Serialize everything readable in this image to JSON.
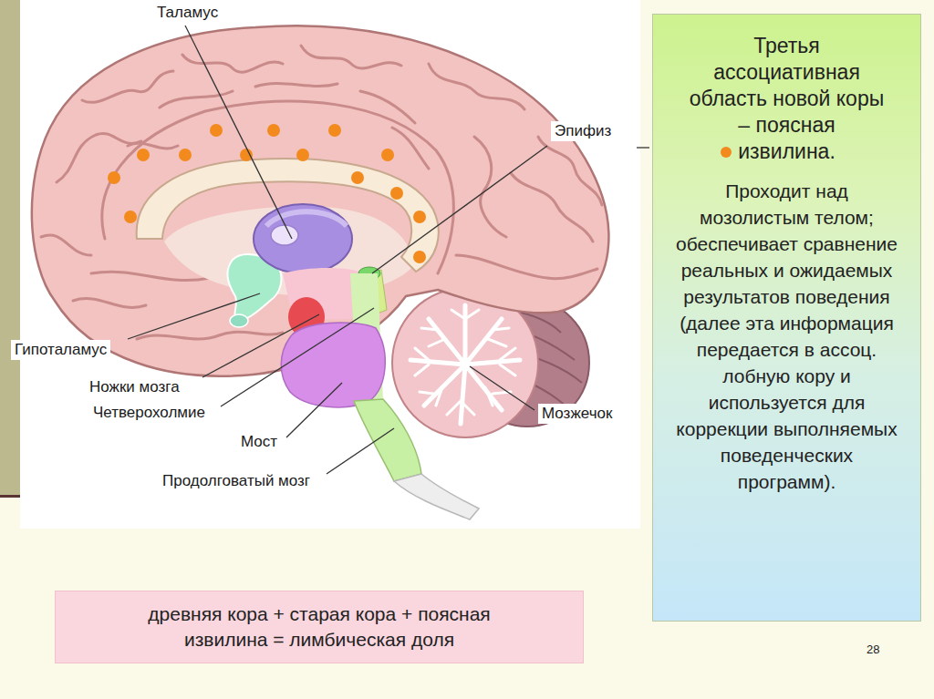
{
  "diagram": {
    "nodes": [
      {
        "text": [
          "Третья ассоциативная область новой коры – поясная извилина.",
          "Проходит над мозолистым телом; обеспечивает сравнение реальных и ожидаемых результатов поведения (далее эта информация передается в ассоц. лобную кору и используется для коррекции выполняемых поведенческих программ)."
        ]
      },
      {
        "text": [
          "древняя кора + старая кора + поясная извилина = лимбическая доля"
        ]
      }
    ],
    "labels": [
      "Таламус",
      "Эпифиз",
      "Гипоталамус",
      "Ножки мозга",
      "Четверохолмие",
      "Мост",
      "Продолговатый мозг",
      "Мозжечок",
      "28"
    ]
  }
}
